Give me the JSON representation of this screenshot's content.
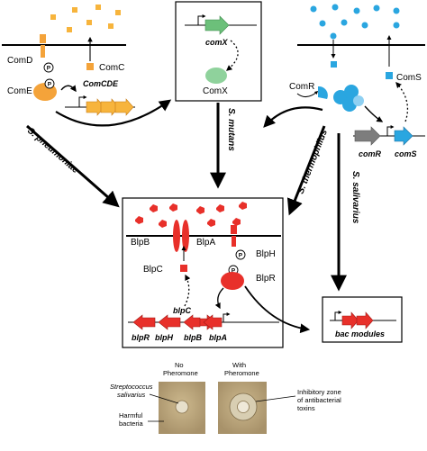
{
  "pneumoniae_panel": {
    "comd": "ComD",
    "come": "ComE",
    "comc": "ComC",
    "comcde": "ComCDE",
    "phospho": "P"
  },
  "mutans_panel": {
    "comx_gene": "comX",
    "comx_protein": "ComX"
  },
  "thermophilus_panel": {
    "comr": "ComR",
    "coms": "ComS",
    "comr_gene": "comR",
    "coms_gene": "comS"
  },
  "species_arrows": {
    "pneumoniae": "S. pneumoniae",
    "mutans": "S. mutans",
    "thermophilus": "S. thermophilus",
    "salivarius": "S. salivarius"
  },
  "blp_panel": {
    "blpb": "BlpB",
    "blpa": "BlpA",
    "blph": "BlpH",
    "blpc": "BlpC",
    "blpr": "BlpR",
    "blpc_gene": "blpC",
    "genes": [
      "blpR",
      "blpH",
      "blpB",
      "blpA"
    ]
  },
  "bac_box": {
    "label": "bac modules"
  },
  "plate_panel": {
    "col_no": [
      "No",
      "Pheromone"
    ],
    "col_with": [
      "With",
      "Pheromone"
    ],
    "label_salivarius": [
      "Streptococcus",
      "salivarius"
    ],
    "label_harmful": [
      "Harmful",
      "bacteria"
    ],
    "label_zone": [
      "Inhibitory zone",
      "of antibacterial",
      "toxins"
    ]
  },
  "colors": {
    "orange": "#f4a33a",
    "pheromone_orange": "#f7b43c",
    "blue": "#2aa6e0",
    "red": "#e8302a",
    "green": "#6cc07a",
    "gray": "#7d7d7d",
    "plate": "#b9a67e"
  }
}
